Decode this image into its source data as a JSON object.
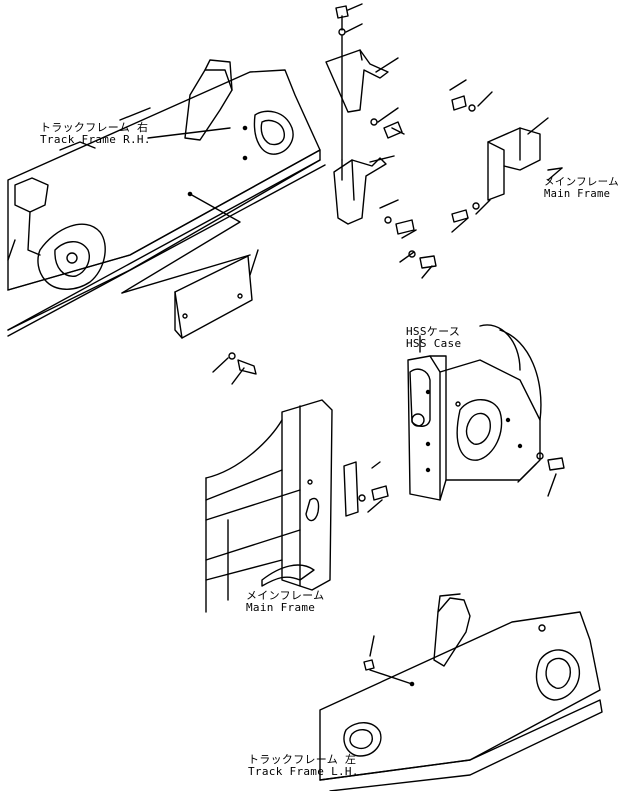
{
  "labels": {
    "track_frame_rh": {
      "jp": "トラックフレーム 右",
      "en": "Track Frame R.H."
    },
    "main_frame_upper": {
      "jp": "メインフレーム",
      "en": "Main Frame"
    },
    "hss_case": {
      "jp": "HSSケース",
      "en": "HSS Case"
    },
    "main_frame_lower": {
      "jp": "メインフレーム",
      "en": "Main Frame"
    },
    "track_frame_lh": {
      "jp": "トラックフレーム 左",
      "en": "Track Frame L.H."
    }
  },
  "colors": {
    "ink": "#000000",
    "paper": "#ffffff"
  }
}
